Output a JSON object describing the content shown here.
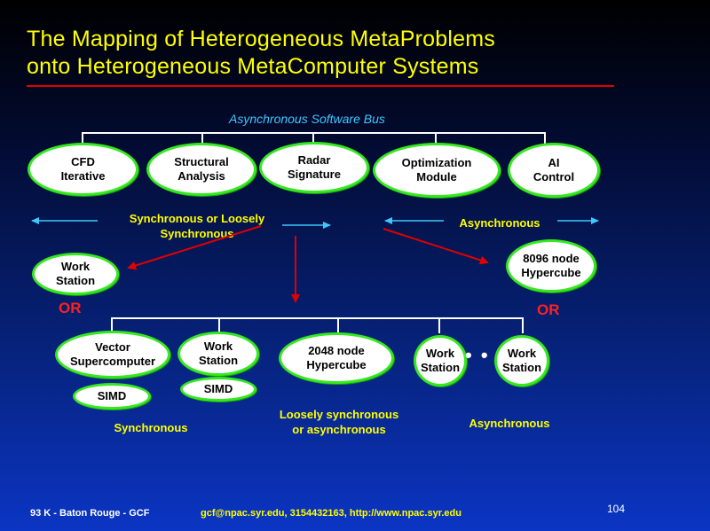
{
  "title": {
    "line1": "The Mapping of Heterogeneous MetaProblems",
    "line2": "onto Heterogeneous MetaComputer Systems"
  },
  "bus": {
    "label": "Asynchronous Software Bus"
  },
  "top_modules": [
    {
      "label": "CFD\nIterative"
    },
    {
      "label": "Structural\nAnalysis"
    },
    {
      "label": "Radar\nSignature"
    },
    {
      "label": "Optimization\nModule"
    },
    {
      "label": "AI\nControl"
    }
  ],
  "flows": {
    "sync_left": "Synchronous or Loosely\nSynchronous",
    "async_right": "Asynchronous"
  },
  "middle_nodes": {
    "workstation_left": "Work\nStation",
    "hypercube_8096": "8096 node\nHypercube"
  },
  "or_labels": {
    "left": "OR",
    "right": "OR"
  },
  "bottom_nodes": [
    {
      "label": "Vector\nSupercomputer"
    },
    {
      "label": "Work\nStation"
    },
    {
      "label": "2048 node\nHypercube"
    },
    {
      "label": "Work\nStation"
    },
    {
      "label": "Work\nStation"
    }
  ],
  "simd": {
    "left": "SIMD",
    "right": "SIMD"
  },
  "bottom_labels": {
    "synchronous": "Synchronous",
    "loosely": "Loosely synchronous\nor asynchronous",
    "asynchronous": "Asynchronous"
  },
  "ellipsis": "• • •",
  "footer": {
    "left": "93 K - Baton Rouge - GCF",
    "middle": "gcf@npac.syr.edu, 3154432163, http://www.npac.syr.edu",
    "page": "104"
  },
  "colors": {
    "title": "#ffff00",
    "rule": "#e00000",
    "bus_label": "#3ec8ff",
    "node_border": "#35e81f",
    "arrow_red": "#e00000",
    "arrow_cyan": "#3ec8ff",
    "or_red": "#ff2020"
  }
}
